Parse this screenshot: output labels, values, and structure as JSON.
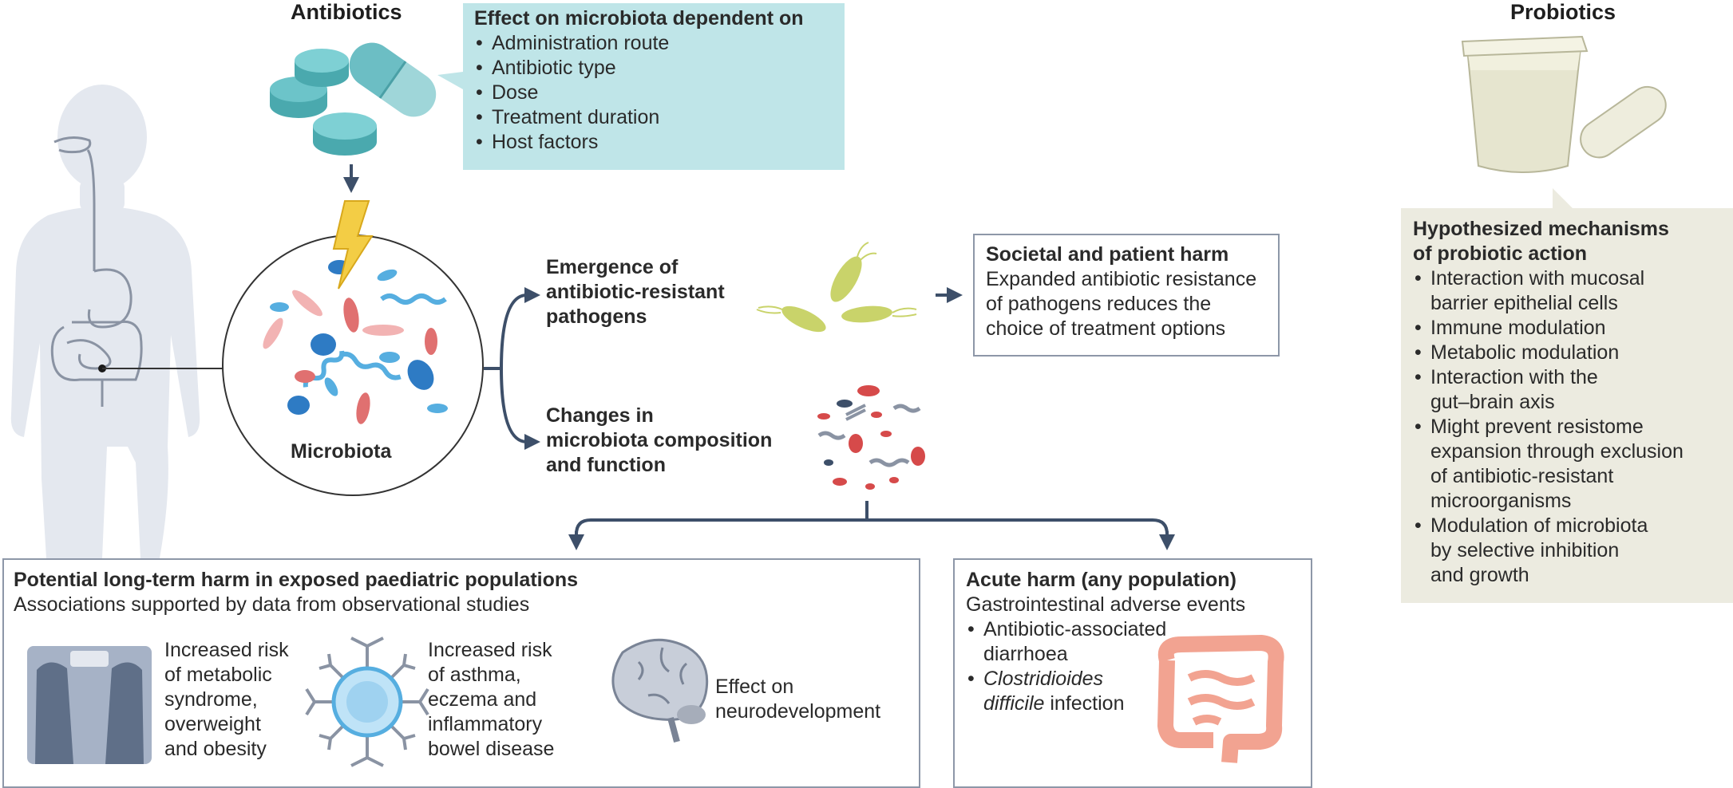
{
  "colors": {
    "arrow": "#3d4f69",
    "teal_box": "#bfe5e8",
    "beige_box": "#ecebe0",
    "silhouette": "#e4e8ef",
    "box_border": "#8d97a8"
  },
  "antibiotics": {
    "title": "Antibiotics",
    "box_title": "Effect on microbiota dependent on",
    "factors": [
      "Administration route",
      "Antibiotic type",
      "Dose",
      "Treatment duration",
      "Host factors"
    ]
  },
  "microbiota": {
    "label": "Microbiota"
  },
  "resistance": {
    "label_lines": [
      "Emergence of",
      "antibiotic-resistant",
      "pathogens"
    ]
  },
  "composition": {
    "label_lines": [
      "Changes in",
      "microbiota composition",
      "and function"
    ]
  },
  "societal": {
    "title": "Societal and patient harm",
    "body_lines": [
      "Expanded antibiotic resistance",
      "of pathogens reduces the",
      "choice of treatment options"
    ]
  },
  "probiotics": {
    "title": "Probiotics",
    "box_title_lines": [
      "Hypothesized mechanisms",
      "of probiotic action"
    ],
    "mechanisms": [
      [
        "Interaction with mucosal",
        "barrier epithelial cells"
      ],
      [
        "Immune modulation"
      ],
      [
        "Metabolic modulation"
      ],
      [
        "Interaction with the",
        "gut–brain axis"
      ],
      [
        "Might prevent resistome",
        "expansion through exclusion",
        "of antibiotic-resistant",
        "microorganisms"
      ],
      [
        "Modulation of microbiota",
        "by selective inhibition",
        "and growth"
      ]
    ]
  },
  "longterm": {
    "title": "Potential long-term harm in exposed paediatric populations",
    "subtitle": "Associations supported by data from observational studies",
    "items": [
      {
        "icon": "weighing-scale-icon",
        "lines": [
          "Increased risk",
          "of metabolic",
          "syndrome,",
          "overweight",
          "and obesity"
        ]
      },
      {
        "icon": "immune-cell-icon",
        "lines": [
          "Increased risk",
          "of asthma,",
          "eczema and",
          "inflammatory",
          "bowel disease"
        ]
      },
      {
        "icon": "brain-icon",
        "lines": [
          "Effect on",
          "neurodevelopment"
        ]
      }
    ]
  },
  "acute": {
    "title": "Acute harm (any population)",
    "subtitle": "Gastrointestinal adverse events",
    "item1_lines": [
      "Antibiotic-associated",
      "diarrhoea"
    ],
    "item2_line1_italic": "Clostridioides",
    "item2_line2_italic": "difficile",
    "item2_line2_rest": " infection"
  }
}
